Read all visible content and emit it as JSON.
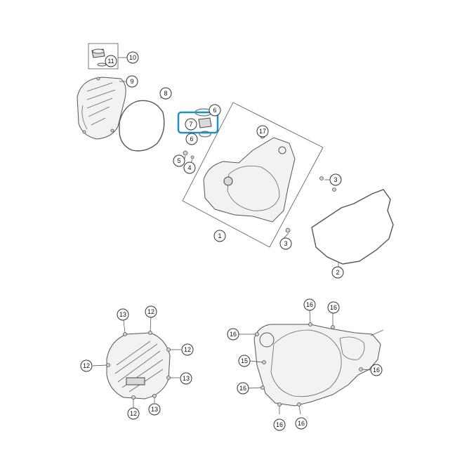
{
  "colors": {
    "highlight": "#1f8fc4",
    "line": "#444444",
    "part_fill": "#f2f2f2"
  },
  "callouts": {
    "c1": "1",
    "c2": "2",
    "c3a": "3",
    "c3b": "3",
    "c4": "4",
    "c5": "5",
    "c6a": "6",
    "c6b": "6",
    "c7": "7",
    "c8": "8",
    "c9": "9",
    "c10": "10",
    "c11": "11",
    "c12a": "12",
    "c12b": "12",
    "c12c": "12",
    "c12d": "12",
    "c13a": "13",
    "c13b": "13",
    "c13c": "13",
    "c15": "15",
    "c16a": "16",
    "c16b": "16",
    "c16c": "16",
    "c16d": "16",
    "c16e": "16",
    "c16f": "16",
    "c16g": "16",
    "c17": "17"
  },
  "highlighted_part": "7"
}
